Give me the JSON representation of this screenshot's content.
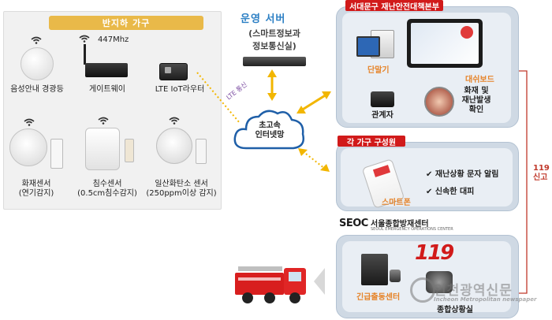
{
  "left_panel": {
    "title": "반지하 가구",
    "devices": [
      {
        "label": "음성안내 경광등"
      },
      {
        "label": "게이트웨이"
      },
      {
        "label": "LTE IoT라우터"
      },
      {
        "label": "화재센서",
        "sub": "(연기감지)"
      },
      {
        "label": "침수센서",
        "sub": "(0.5cm침수감지)"
      },
      {
        "label": "일산화탄소 센서",
        "sub": "(250ppm이상 감지)"
      }
    ],
    "frequency": "447Mhz"
  },
  "server": {
    "title": "운영 서버",
    "sub_line1": "(스마트정보과",
    "sub_line2": "정보통신실)"
  },
  "network": {
    "lte_label": "LTE 통신",
    "cloud_line1": "초고속",
    "cloud_line2": "인터넷망"
  },
  "hq": {
    "title": "서대문구 재난안전대책본부",
    "terminal": "단말기",
    "dashboard": "대쉬보드",
    "staff": "관계자",
    "confirm_line1": "화재 및",
    "confirm_line2": "재난발생",
    "confirm_line3": "확인"
  },
  "household": {
    "title": "각 가구 구성원",
    "smartphone": "스마트폰",
    "checks": [
      "재난상황 문자 알림",
      "신속한 대피"
    ]
  },
  "report": {
    "line1": "119",
    "line2": "신고"
  },
  "seoul_center": {
    "name": "서울종합방재센터",
    "sub": "SEOUL EMERGENCY OPERATIONS CENTER",
    "logo": "SEOC",
    "badge": "119",
    "dispatch": "긴급출동센터",
    "situation": "종합상황실"
  },
  "watermark": {
    "title": "인천광역신문",
    "sub": "Incheon Metropolitan newspaper"
  },
  "colors": {
    "accent_orange": "#e6842a",
    "accent_red": "#d11a1a",
    "server_blue": "#2b7fc4",
    "arrow_yellow": "#f2b600",
    "title_gold": "#e9b949"
  }
}
